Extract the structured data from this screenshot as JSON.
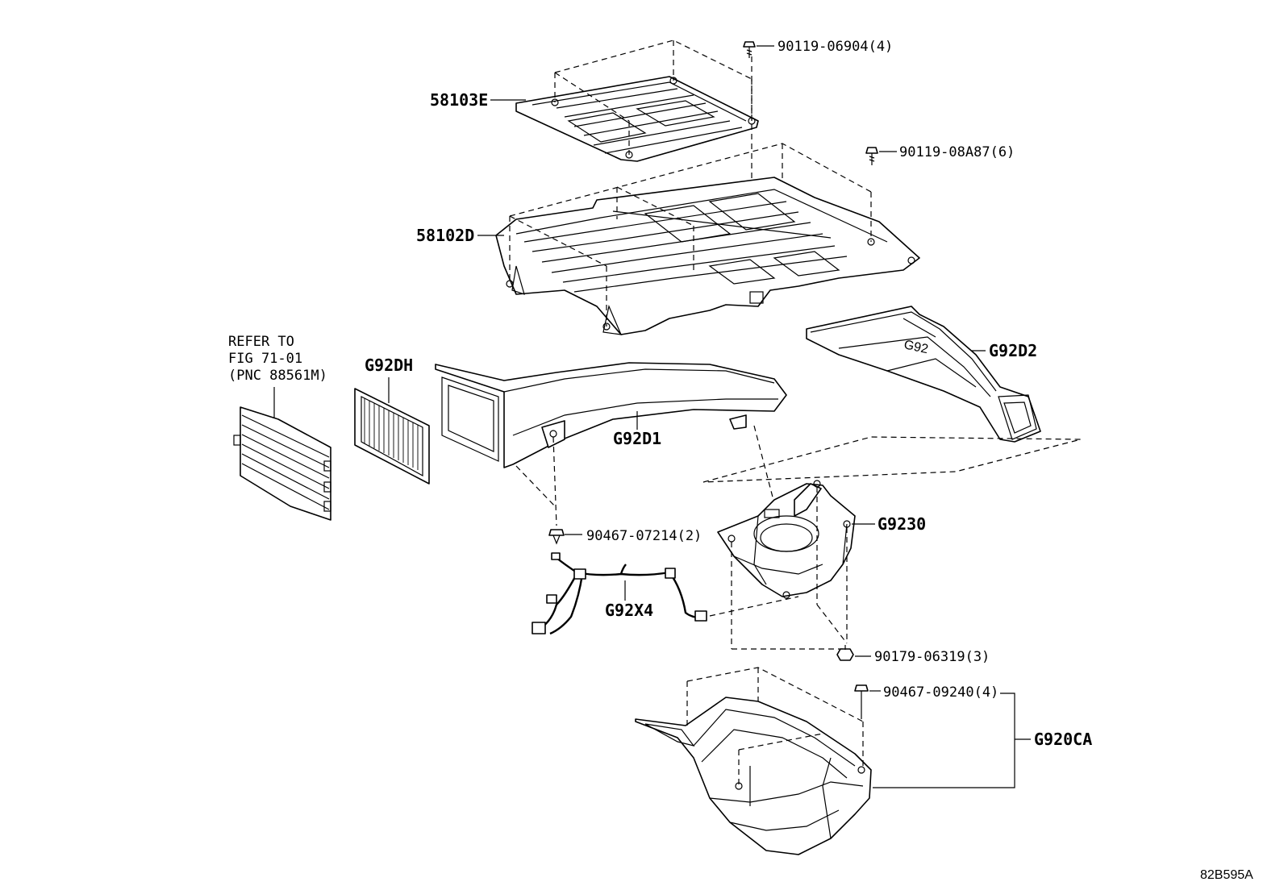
{
  "labels": {
    "p58103E": "58103E",
    "p58102D": "58102D",
    "b90119_06904": "90119-06904(4)",
    "b90119_08A87": "90119-08A87(6)",
    "refer_line1": "REFER TO",
    "refer_line2": "FIG 71-01",
    "refer_line3": "(PNC 88561M)",
    "pG92DH": "G92DH",
    "pG92D1": "G92D1",
    "pG92D2": "G92D2",
    "c90467_07214": "90467-07214(2)",
    "pG92X4": "G92X4",
    "pG9230": "G9230",
    "n90179_06319": "90179-06319(3)",
    "c90467_09240": "90467-09240(4)",
    "pG920CA": "G920CA",
    "duct_mark": "G92",
    "figure_code": "82B595A"
  }
}
